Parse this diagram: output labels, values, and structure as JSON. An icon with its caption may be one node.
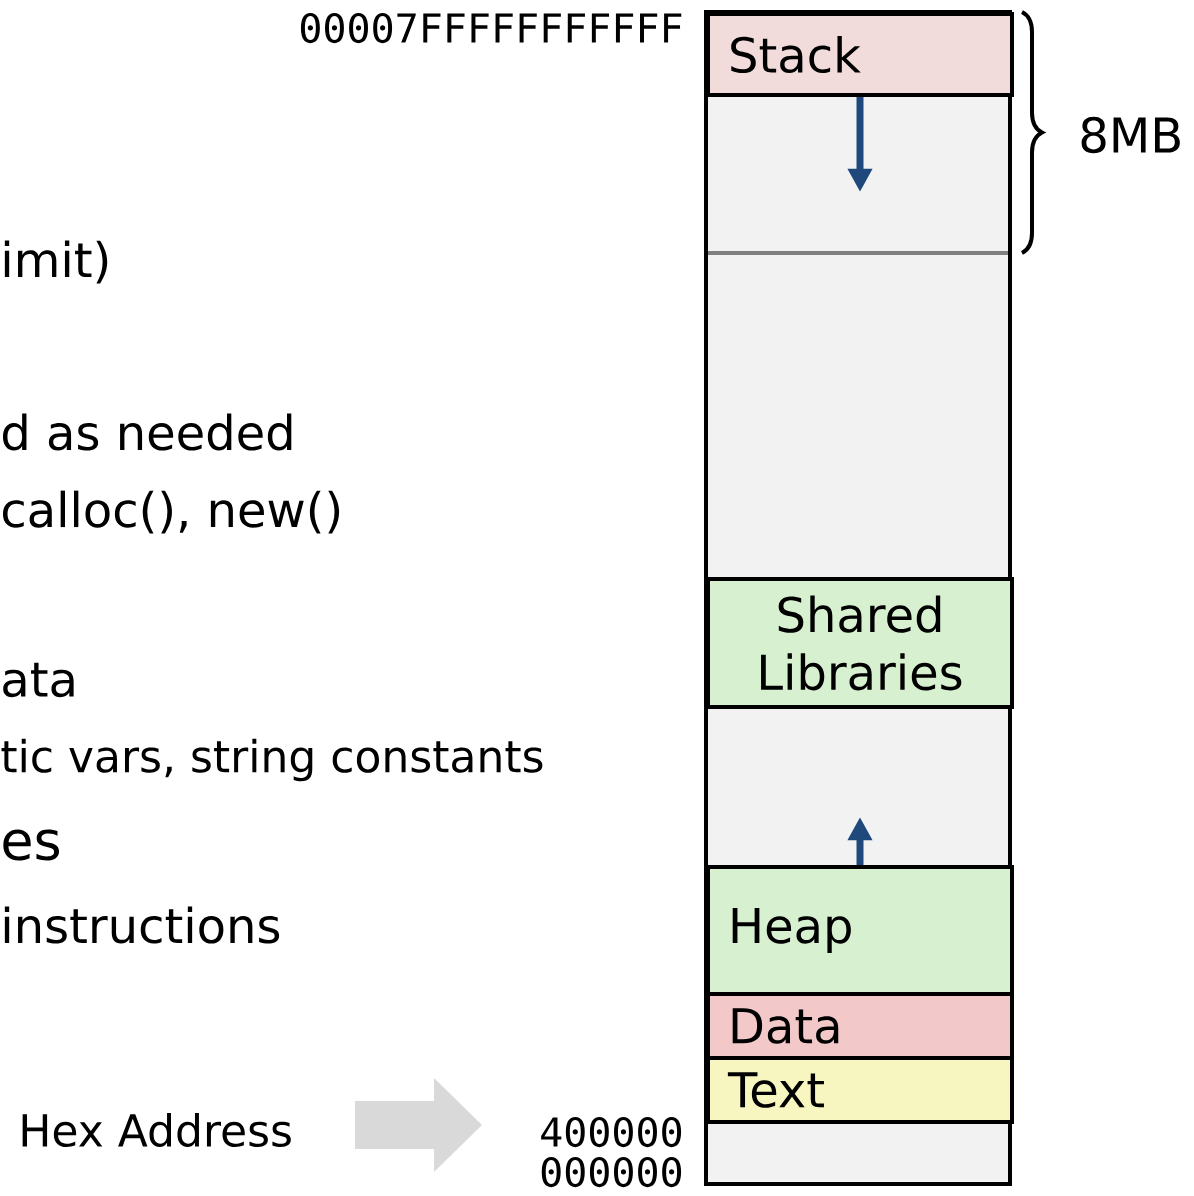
{
  "diagram": {
    "nodes": [
      {
        "text": [
          "Stack"
        ]
      },
      {
        "text": [
          "Shared Libraries"
        ]
      },
      {
        "text": [
          "Heap"
        ]
      },
      {
        "text": [
          "Data"
        ]
      },
      {
        "text": [
          "Text"
        ]
      }
    ],
    "edges": [
      {
        "from": 0,
        "to": null,
        "arrow": "to"
      },
      {
        "from": 2,
        "to": null,
        "arrow": "to"
      }
    ],
    "labels": [
      "00007FFFFFFFFFFF",
      "8MB",
      "imit)",
      "d as needed",
      "calloc(), new()",
      "ata",
      "tic vars, string constants",
      "es",
      "instructions",
      "Hex Address",
      "400000",
      "000000"
    ]
  }
}
